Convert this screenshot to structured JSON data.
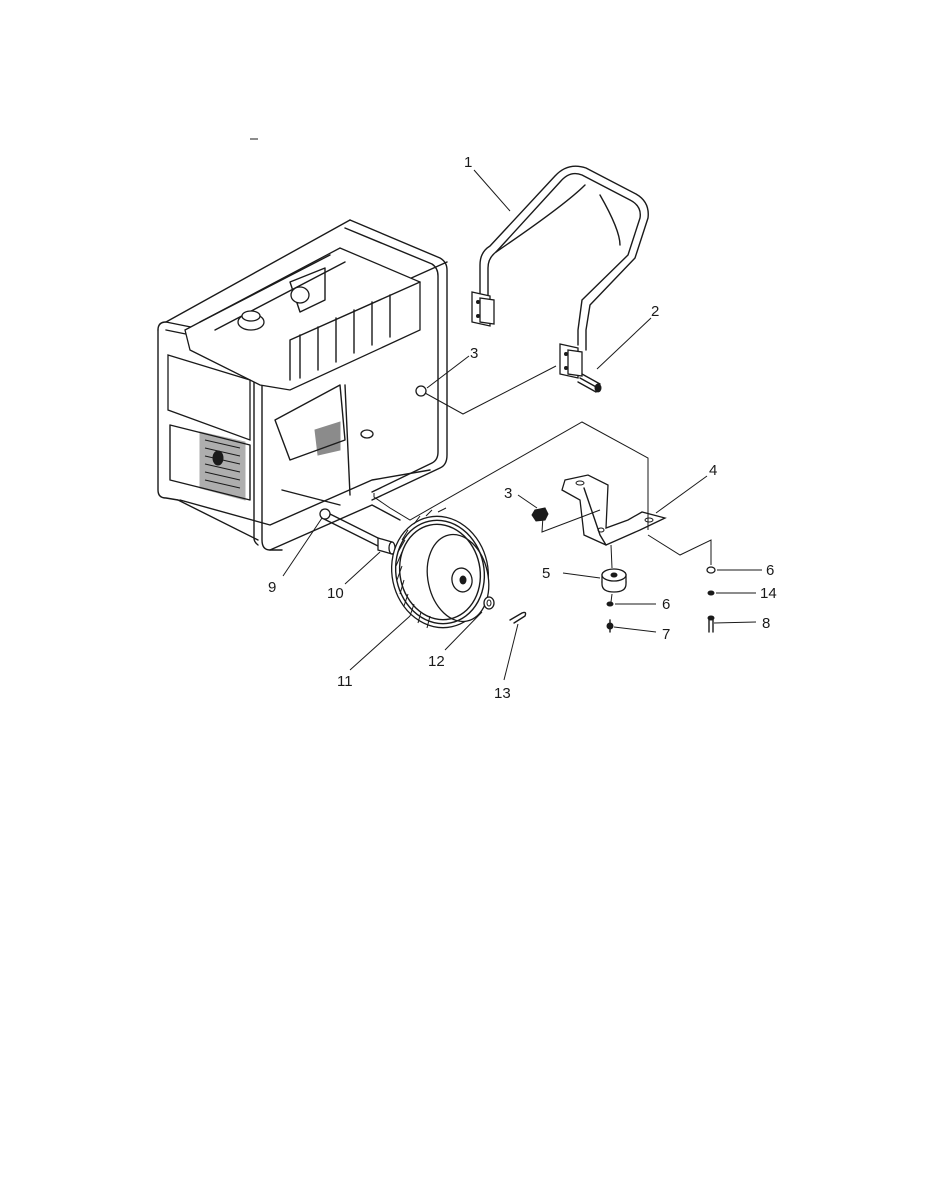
{
  "callouts": [
    {
      "id": "c1",
      "text": "1"
    },
    {
      "id": "c2",
      "text": "2"
    },
    {
      "id": "c3a",
      "text": "3"
    },
    {
      "id": "c3b",
      "text": "3"
    },
    {
      "id": "c4",
      "text": "4"
    },
    {
      "id": "c5",
      "text": "5"
    },
    {
      "id": "c6a",
      "text": "6"
    },
    {
      "id": "c6b",
      "text": "6"
    },
    {
      "id": "c7",
      "text": "7"
    },
    {
      "id": "c8",
      "text": "8"
    },
    {
      "id": "c9",
      "text": "9"
    },
    {
      "id": "c10",
      "text": "10"
    },
    {
      "id": "c11",
      "text": "11"
    },
    {
      "id": "c12",
      "text": "12"
    },
    {
      "id": "c13",
      "text": "13"
    },
    {
      "id": "c14",
      "text": "14"
    }
  ]
}
